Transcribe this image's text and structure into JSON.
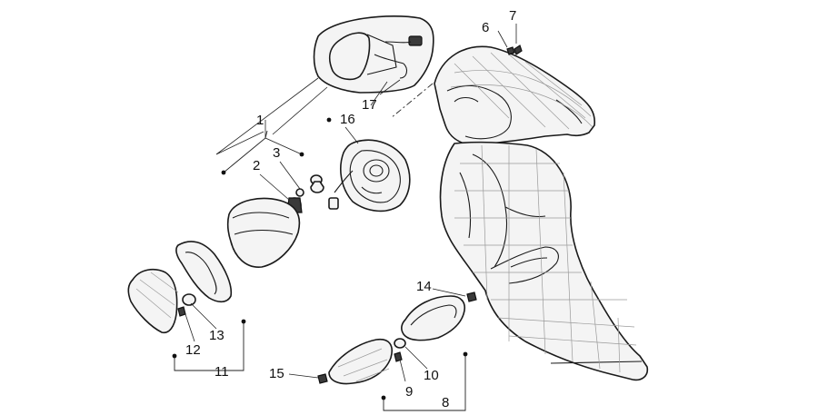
{
  "diagram": {
    "callouts": [
      {
        "id": "c1",
        "text": "1"
      },
      {
        "id": "c2",
        "text": "2"
      },
      {
        "id": "c3",
        "text": "3"
      },
      {
        "id": "c6",
        "text": "6"
      },
      {
        "id": "c7",
        "text": "7"
      },
      {
        "id": "c8",
        "text": "8"
      },
      {
        "id": "c9",
        "text": "9"
      },
      {
        "id": "c10",
        "text": "10"
      },
      {
        "id": "c11",
        "text": "11"
      },
      {
        "id": "c12",
        "text": "12"
      },
      {
        "id": "c13",
        "text": "13"
      },
      {
        "id": "c14",
        "text": "14"
      },
      {
        "id": "c15",
        "text": "15"
      },
      {
        "id": "c16",
        "text": "16"
      },
      {
        "id": "c17",
        "text": "17"
      }
    ]
  }
}
